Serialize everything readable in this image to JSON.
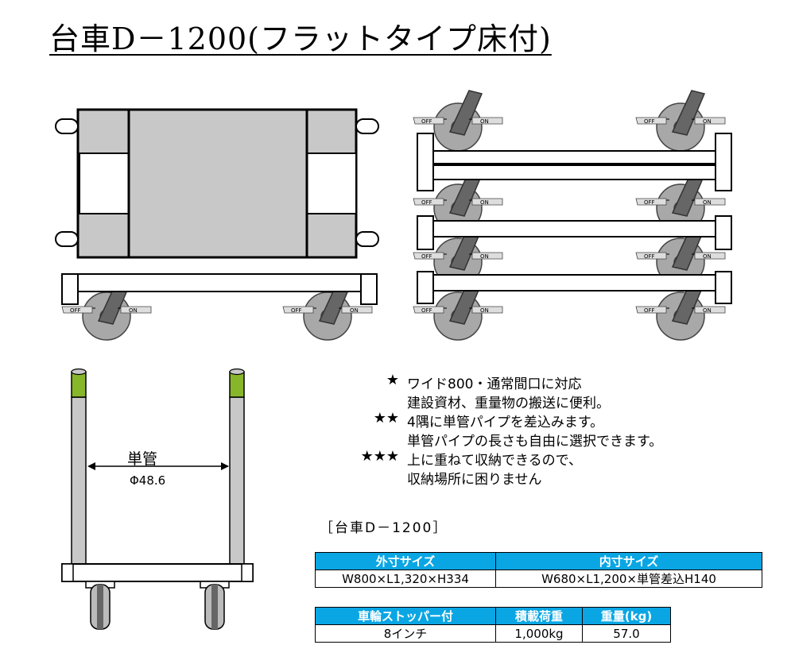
{
  "title": "台車D－1200(フラットタイプ床付)",
  "wheel_lock_labels": {
    "off": "OFF",
    "on": "ON"
  },
  "pipe": {
    "label": "単管",
    "diameter": "Φ48.6"
  },
  "features": [
    {
      "stars": "★",
      "lines": [
        "ワイド800・通常間口に対応",
        "建設資材、重量物の搬送に便利。"
      ]
    },
    {
      "stars": "★★",
      "lines": [
        "4隅に単管パイプを差込みます。",
        "単管パイプの長さも自由に選択できます。"
      ]
    },
    {
      "stars": "★★★",
      "lines": [
        "上に重ねて収納できるので、",
        "収納場所に困りません"
      ]
    }
  ],
  "spec_title": "［台車D－1200］",
  "table1": {
    "headers": [
      "外寸サイズ",
      "内寸サイズ"
    ],
    "values": [
      "W800×L1,320×H334",
      "W680×L1,200×単管差込H140"
    ]
  },
  "table2": {
    "headers": [
      "車輪ストッパー付",
      "積載荷重",
      "重量(kg)"
    ],
    "values": [
      "8インチ",
      "1,000kg",
      "57.0"
    ]
  },
  "colors": {
    "header_bg": "#0aa6e4",
    "panel_gray": "#c8c8c8",
    "wheel_gray": "#a8a8a8",
    "bracket": "#666666",
    "pipe_green": "#88b62a"
  }
}
